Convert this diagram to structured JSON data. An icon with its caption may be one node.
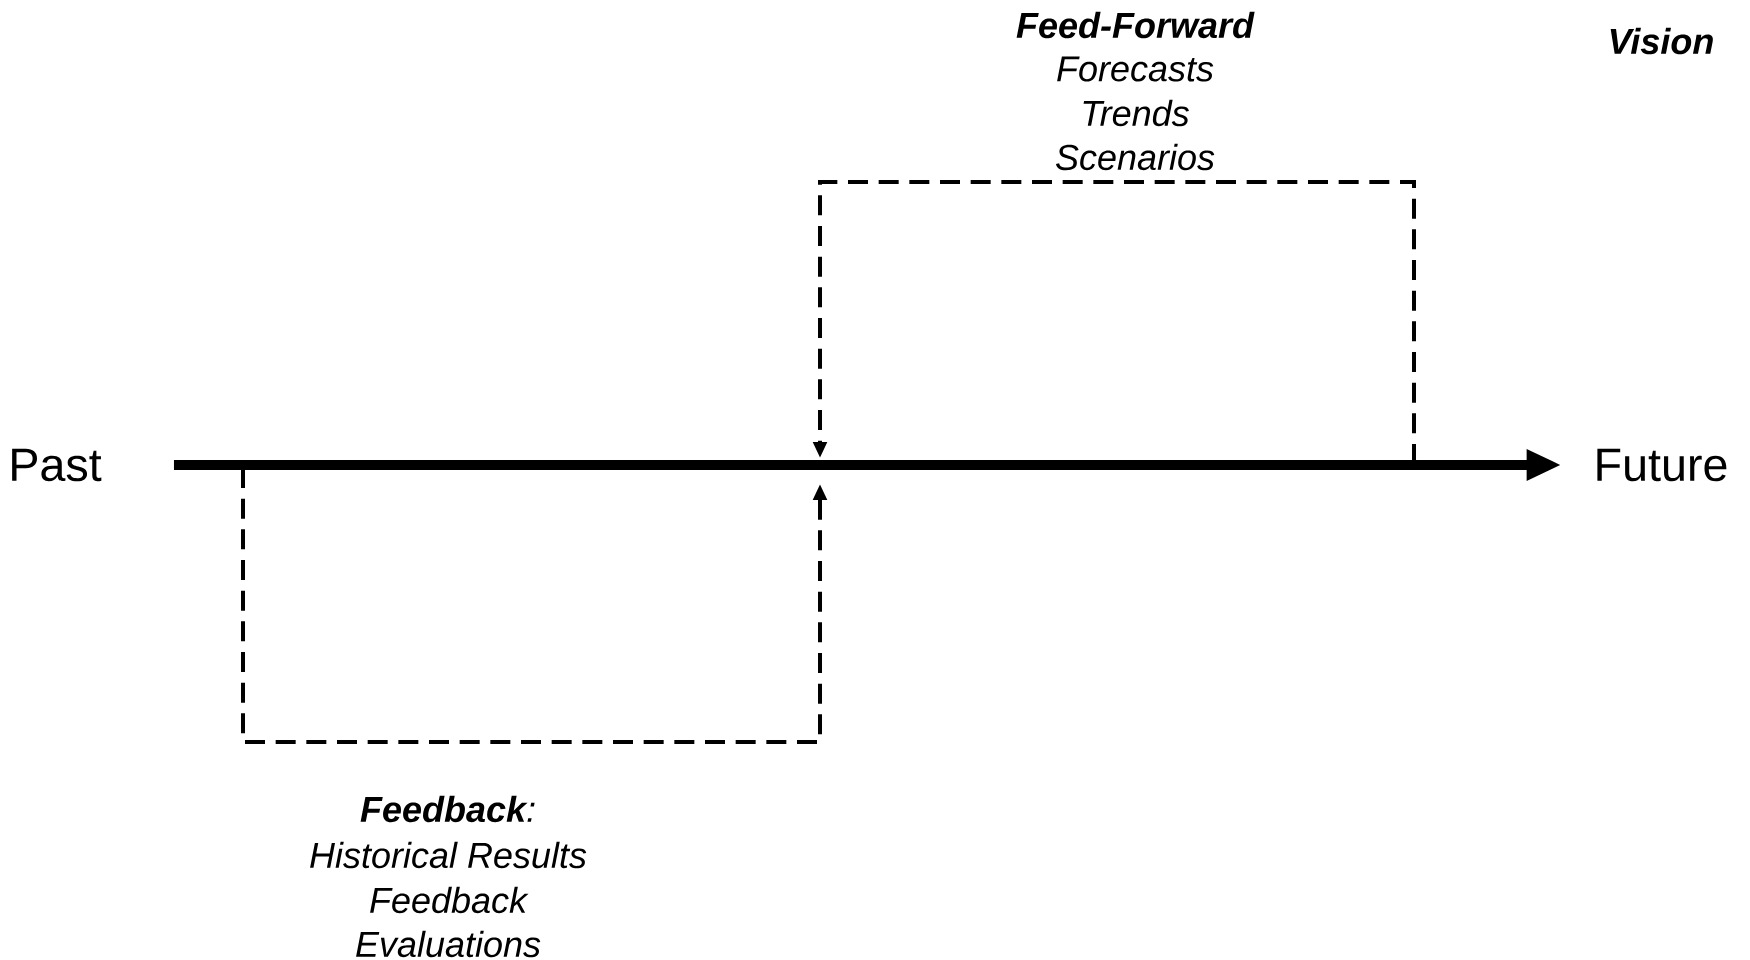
{
  "diagram": {
    "nodes": [
      {
        "text": [
          "Past"
        ]
      },
      {
        "text": [
          "Future"
        ]
      }
    ],
    "edges": [
      {
        "from": 0,
        "to": 1,
        "arrow": "to"
      }
    ],
    "labels": [
      "Feed-Forward",
      "Vision",
      "Forecasts",
      "Trends",
      "Scenarios",
      "**Feedback**:",
      "Historical Results",
      "Feedback",
      "Evaluations"
    ]
  }
}
